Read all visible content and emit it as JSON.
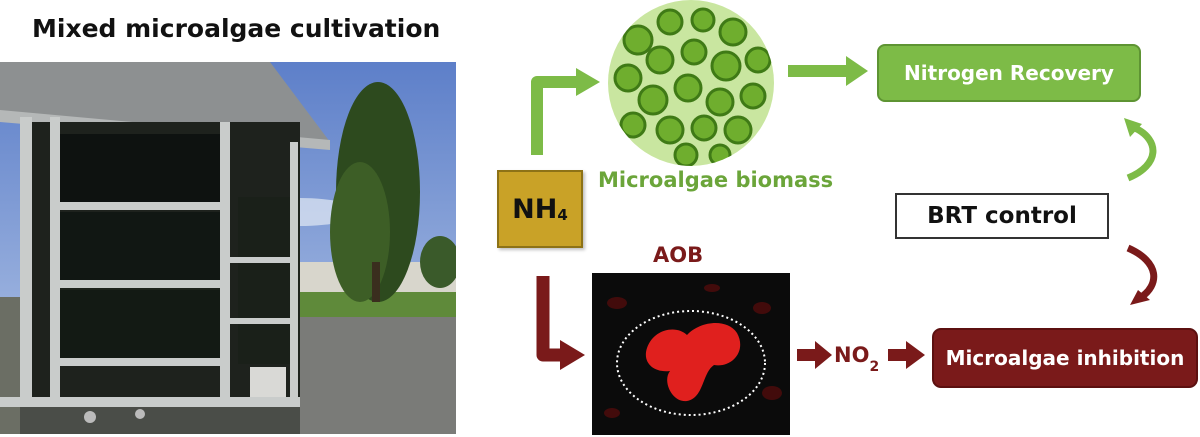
{
  "title": "Mixed microalgae cultivation",
  "nh4": {
    "main": "NH",
    "sub": "4"
  },
  "biomass_label": "Microalgae biomass",
  "nitrogen_recovery": "Nitrogen Recovery",
  "brt_control": "BRT control",
  "aob_label": "AOB",
  "no2": {
    "main": "NO",
    "sub": "2"
  },
  "microalgae_inhibition": "Microalgae inhibition",
  "colors": {
    "green": "#7dbb47",
    "green_text": "#6ba53a",
    "dark_red": "#7a1a1a",
    "nh4_box": "#c9a227"
  }
}
